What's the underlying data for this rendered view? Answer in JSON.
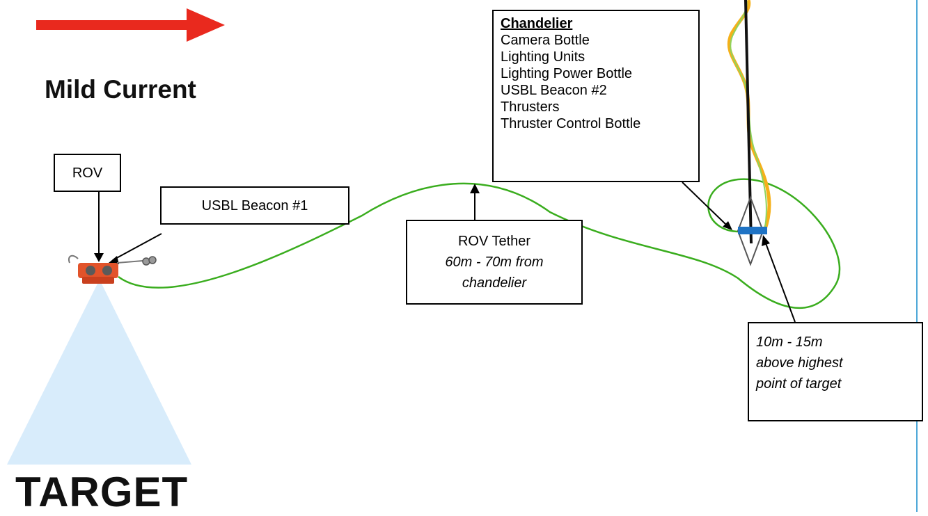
{
  "current": {
    "label": "Mild Current",
    "arrow_color": "#e9291e"
  },
  "target": {
    "label": "TARGET",
    "cone_color": "#d8ecfb"
  },
  "labels": {
    "rov": "ROV",
    "usbl_beacon_1": "USBL Beacon #1",
    "rov_tether_line1": "ROV Tether",
    "rov_tether_line2": "60m - 70m from",
    "rov_tether_line3": "chandelier",
    "depth_line1": "10m - 15m",
    "depth_line2": "above highest",
    "depth_line3": "point of target"
  },
  "chandelier": {
    "title": "Chandelier",
    "items": [
      "Camera Bottle",
      "Lighting Units",
      "Lighting Power Bottle",
      "USBL Beacon #2",
      "Thrusters",
      "Thruster Control Bottle"
    ]
  },
  "colors": {
    "tether_green": "#3aad1e",
    "cable_orange": "#f5b01a",
    "light_green": "#8ed45e",
    "chandelier_blue": "#1f73c4",
    "rov_body": "#e2532a",
    "right_border": "#4fa8d8"
  }
}
